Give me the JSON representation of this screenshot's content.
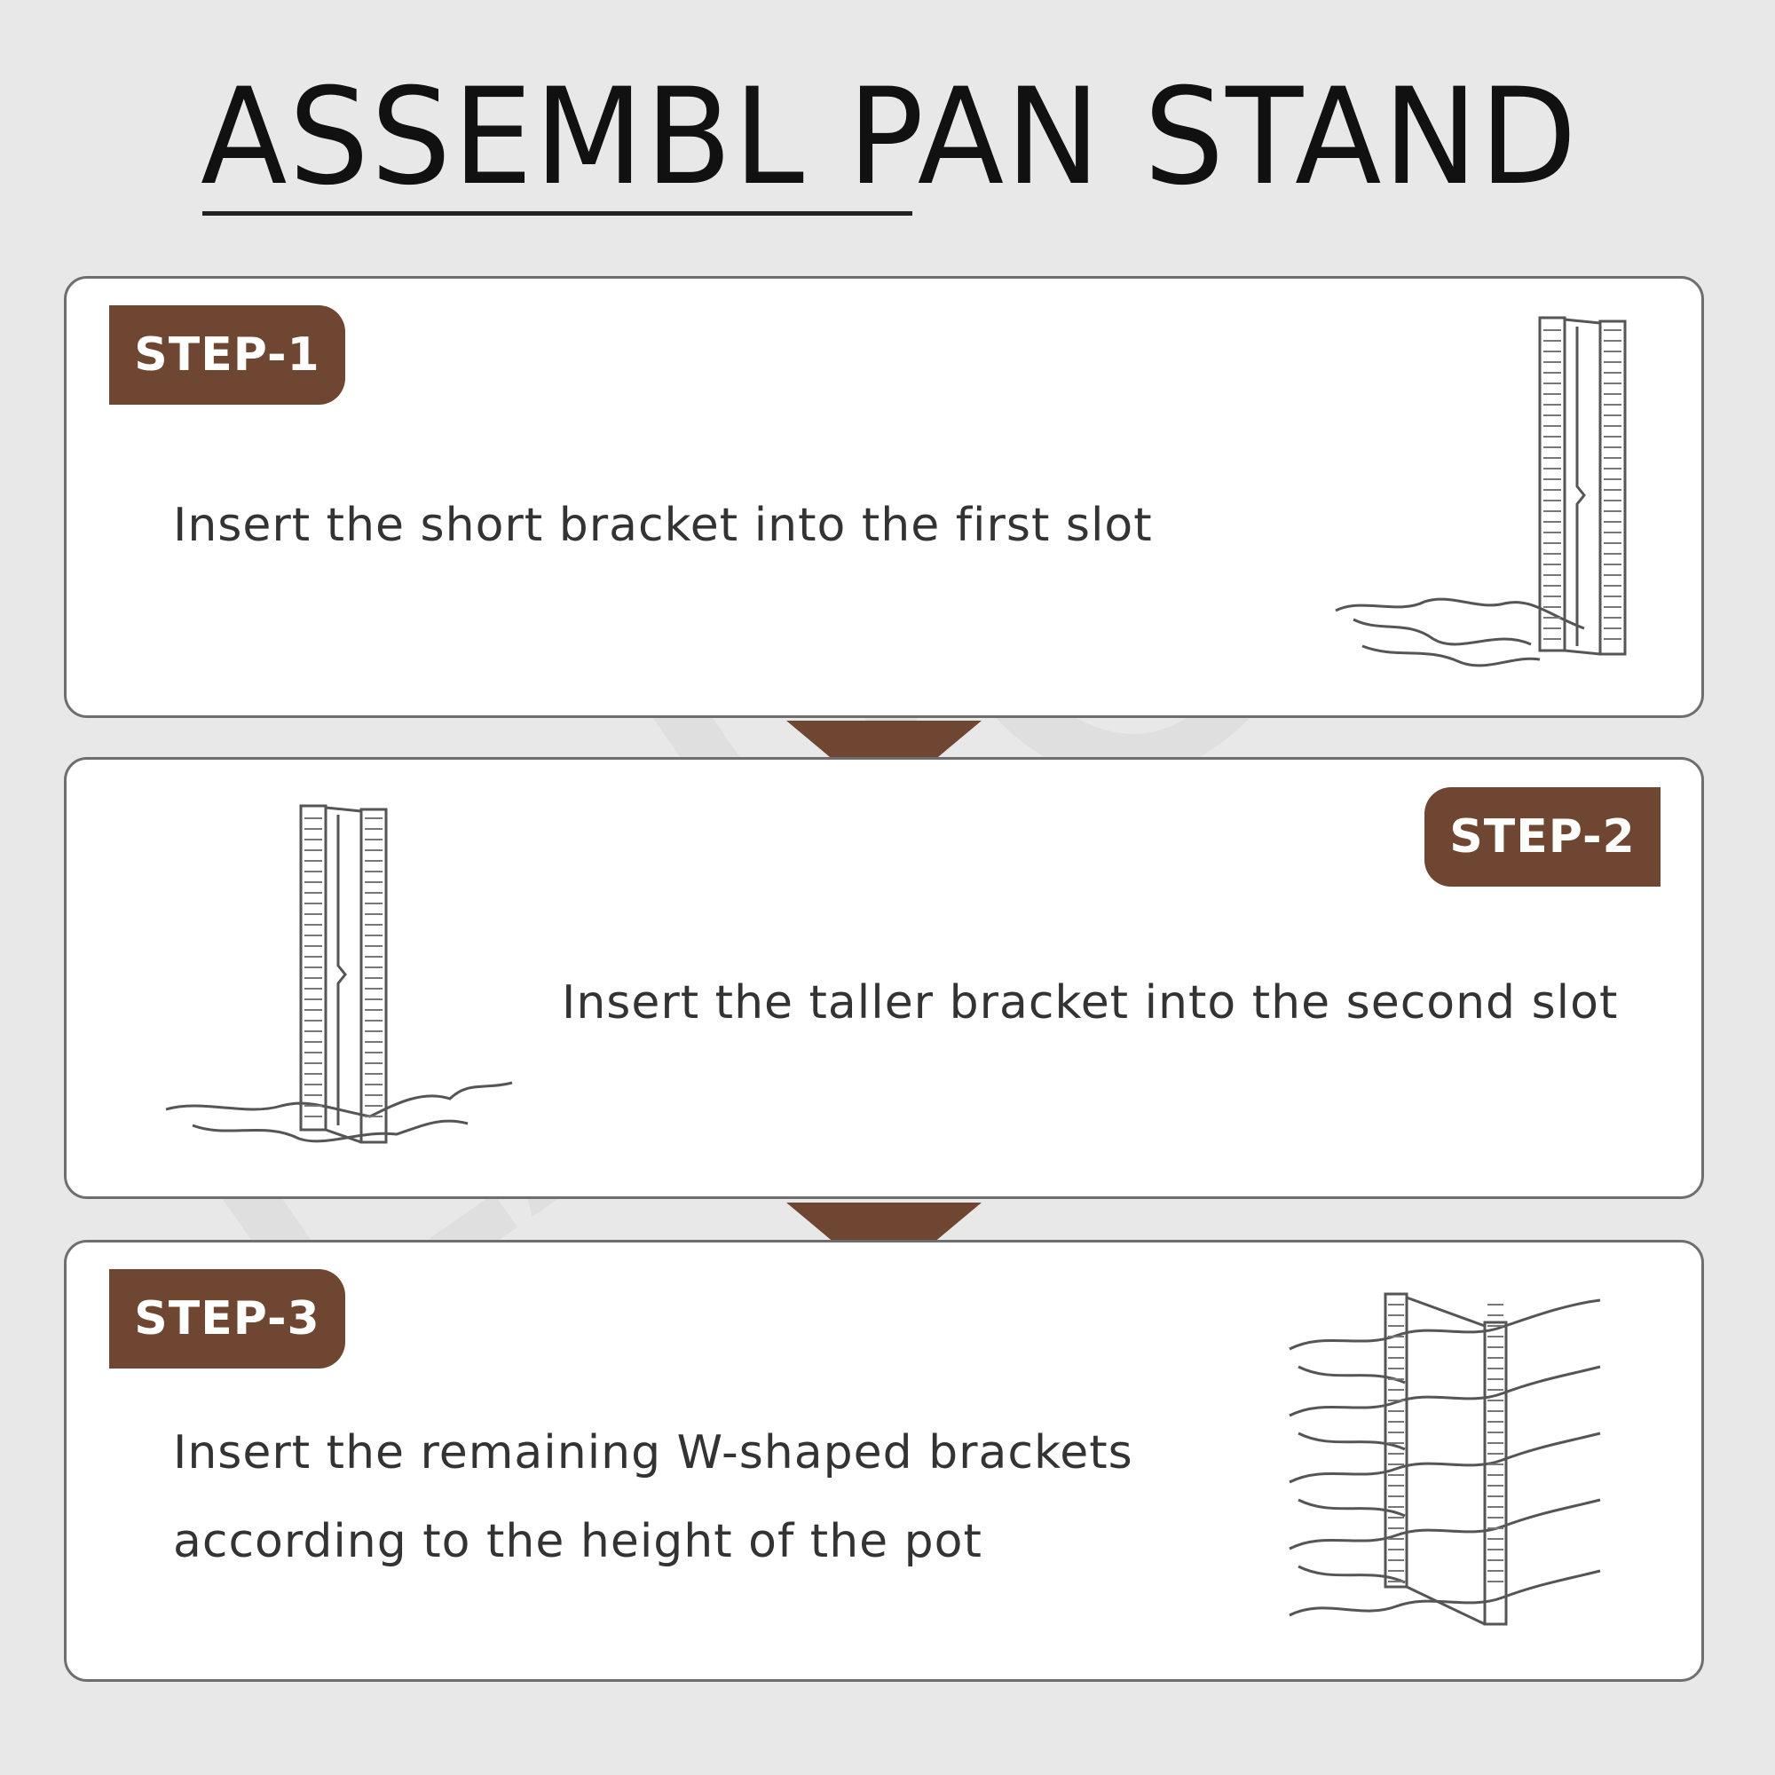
{
  "title": "ASSEMBL PAN STAND",
  "steps": [
    {
      "label": "STEP-1",
      "text": "Insert the short bracket into the first slot"
    },
    {
      "label": "STEP-2",
      "text": "Insert the taller bracket into the second slot"
    },
    {
      "label": "STEP-3",
      "text_lines": [
        "Insert the remaining W-shaped brackets",
        "according to the height of the pot"
      ]
    }
  ],
  "watermark": {
    "text": "LAPO",
    "mark": "®"
  },
  "colors": {
    "background": "#e9e8e9",
    "accent": "#6e4631",
    "card": "#ffffff",
    "text": "#333333"
  },
  "icons": [
    "bracket-short-illustration",
    "bracket-tall-illustration",
    "w-bracket-stack-illustration",
    "down-arrow-icon"
  ]
}
